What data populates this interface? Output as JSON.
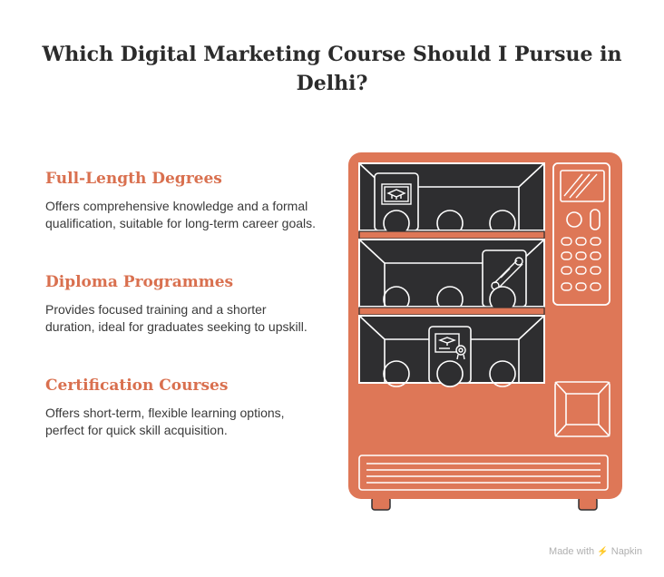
{
  "title": "Which Digital Marketing Course Should I Pursue in Delhi?",
  "items": [
    {
      "heading": "Full-Length Degrees",
      "description": "Offers comprehensive knowledge and a formal qualification, suitable for long-term career goals."
    },
    {
      "heading": "Diploma Programmes",
      "description": "Provides focused training and a shorter duration, ideal for graduates seeking to upskill."
    },
    {
      "heading": "Certification Courses",
      "description": "Offers short-term, flexible learning options, perfect for quick skill acquisition."
    }
  ],
  "footer": {
    "made_with": "Made with",
    "brand": "Napkin"
  },
  "colors": {
    "accent": "#d9704f",
    "machine_body": "#de7757",
    "shelf_dark": "#2e2e30",
    "text": "#3a3a3a"
  },
  "icons": [
    "diploma-icon",
    "graduation-cap-icon",
    "scroll-icon",
    "certificate-icon",
    "lightning-icon"
  ]
}
